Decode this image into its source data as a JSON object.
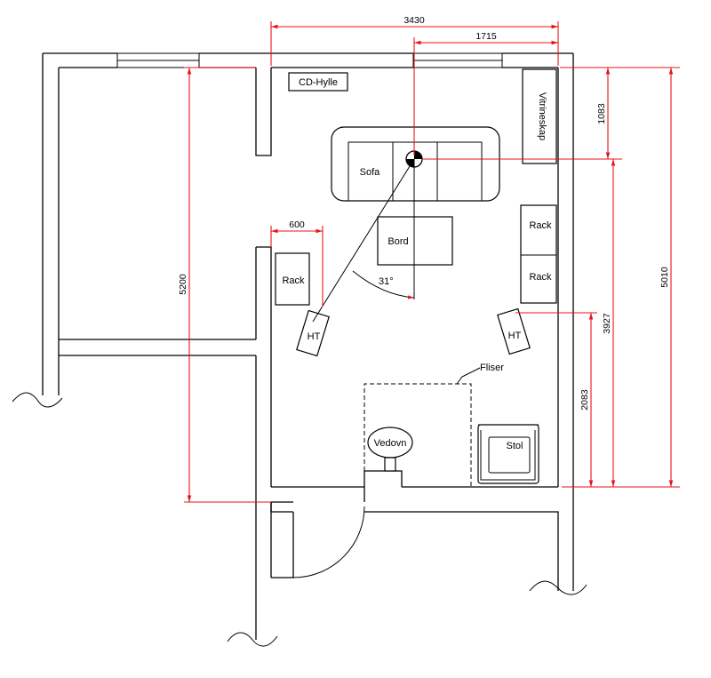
{
  "labels": {
    "cd_shelf": "CD-Hylle",
    "display_cabinet": "Vitrineskap",
    "sofa": "Sofa",
    "table": "Bord",
    "rack_left": "Rack",
    "rack_right_top": "Rack",
    "rack_right_bottom": "Rack",
    "speaker_left": "HT",
    "speaker_right": "HT",
    "tiles": "Fliser",
    "stove": "Vedovn",
    "chair": "Stol"
  },
  "dimensions": {
    "room_width": "3430",
    "half_width": "1715",
    "rack_depth": "600",
    "angle": "31°",
    "left_length": "5200",
    "top_to_listener": "1083",
    "listener_to_bottom": "3927",
    "speaker_to_bottom": "2083",
    "room_length": "5010"
  },
  "colors": {
    "dimension_lines": "#e8141c",
    "walls": "#000000"
  }
}
